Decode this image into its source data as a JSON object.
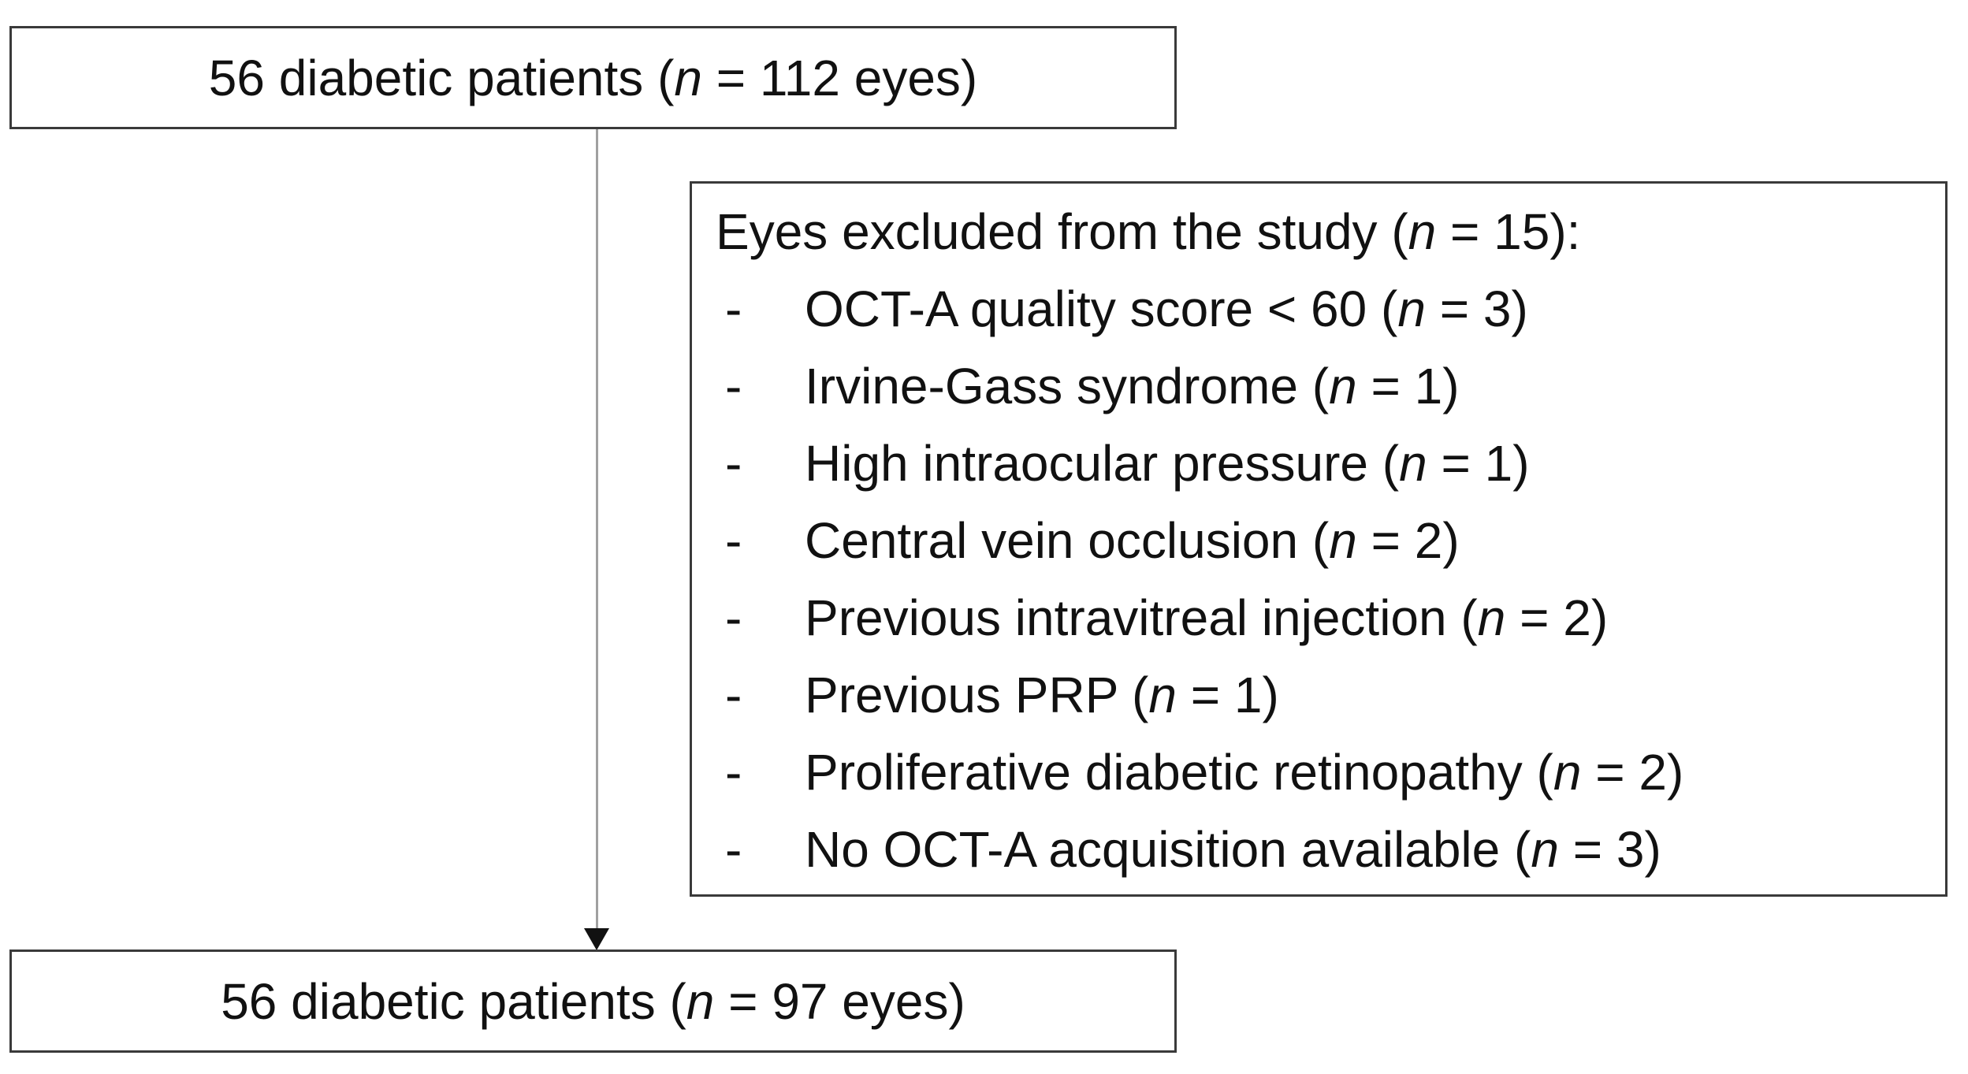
{
  "flowchart": {
    "top_box": {
      "pre": "56 diabetic patients (",
      "var": "n",
      "post": " = 112 eyes)"
    },
    "exclusion_box": {
      "header": {
        "pre": "Eyes excluded from the study (",
        "var": "n",
        "post": " = 15):"
      },
      "bullet": "-",
      "items": [
        {
          "pre": "OCT-A quality score < 60 (",
          "var": "n",
          "post": " = 3)"
        },
        {
          "pre": "Irvine-Gass syndrome (",
          "var": "n",
          "post": " = 1)"
        },
        {
          "pre": "High intraocular pressure (",
          "var": "n",
          "post": " = 1)"
        },
        {
          "pre": "Central vein occlusion (",
          "var": "n",
          "post": " = 2)"
        },
        {
          "pre": "Previous intravitreal injection (",
          "var": "n",
          "post": " = 2)"
        },
        {
          "pre": "Previous PRP (",
          "var": "n",
          "post": " = 1)"
        },
        {
          "pre": "Proliferative diabetic retinopathy (",
          "var": "n",
          "post": " = 2)"
        },
        {
          "pre": "No OCT-A acquisition available (",
          "var": "n",
          "post": " = 3)"
        }
      ]
    },
    "bottom_box": {
      "pre": "56 diabetic patients (",
      "var": "n",
      "post": " = 97 eyes)"
    },
    "colors": {
      "background": "#ffffff",
      "text": "#111111",
      "border": "#3a3a3a",
      "arrow_line": "#a0a0a0",
      "arrow_head": "#111111"
    }
  }
}
